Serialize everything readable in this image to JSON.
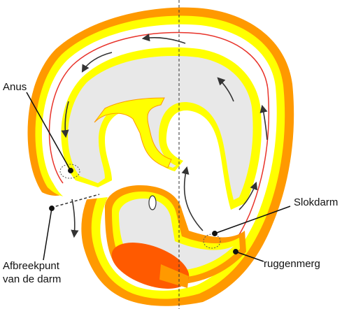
{
  "labels": {
    "anus": "Anus",
    "breakpoint_line1": "Afbreekpunt",
    "breakpoint_line2": "van de darm",
    "esophagus": "Slokdarm",
    "spinal_cord": "ruggenmerg"
  },
  "colors": {
    "outer_orange": "#ff9900",
    "yellow": "#ffff00",
    "inner_grey": "#e8e8e8",
    "red_line": "#e8332a",
    "dark_orange": "#ff5a00",
    "arrow": "#333333",
    "text": "#111111"
  }
}
